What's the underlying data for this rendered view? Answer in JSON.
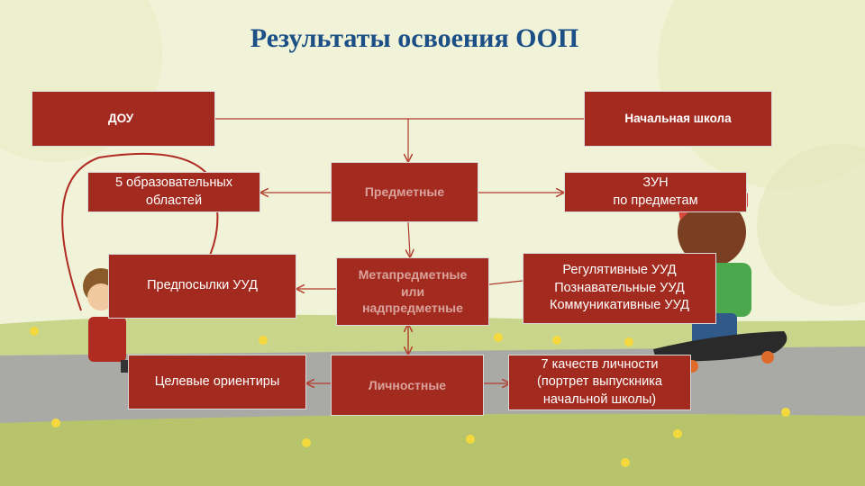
{
  "title": "Результаты освоения ООП",
  "boxes": {
    "dou": "ДОУ",
    "primary_school": "Начальная школа",
    "five_areas": "5 образовательных\nобластей",
    "subject": "Предметные",
    "zun": "ЗУН\nпо предметам",
    "uud_prereq": "Предпосылки УУД",
    "metasubject": "Метапредметные\nили\nнадпредметные",
    "uud_types": "Регулятивные УУД\nПознавательные УУД\nКоммуникативные УУД",
    "target_guidelines": "Целевые ориентиры",
    "personal": "Личностные",
    "qualities": "7 качеств личности\n(портрет выпускника\nначальной школы)"
  },
  "colors": {
    "box": "#a32a1e",
    "title": "#1c4f86",
    "arrow": "#b23a2c",
    "background": "#f1f3d9"
  }
}
